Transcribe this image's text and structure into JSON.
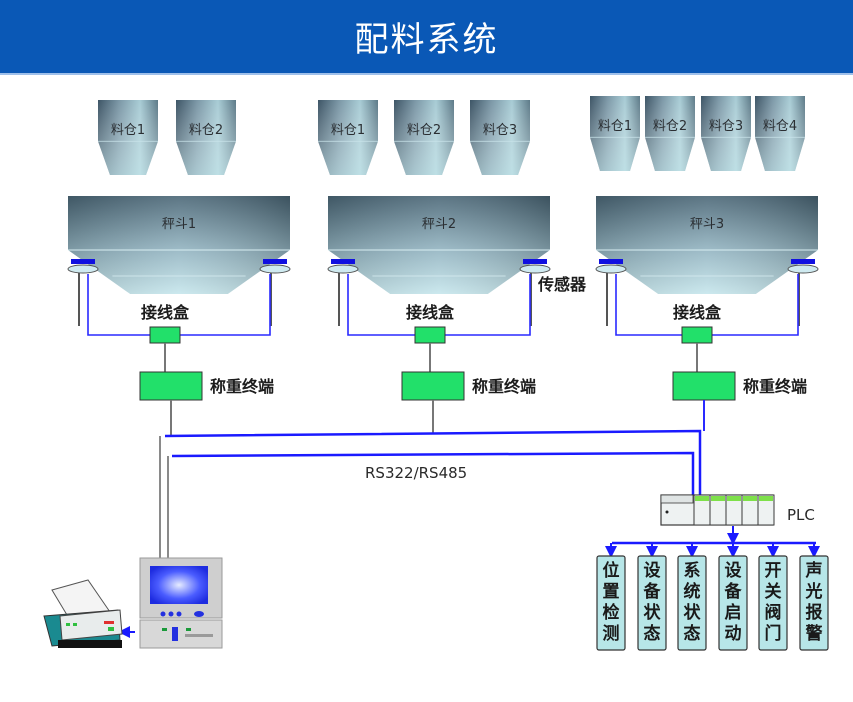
{
  "header": {
    "title": "配料系统"
  },
  "colors": {
    "header_bg": "#0a58b6",
    "bus_line": "#1a1aff",
    "terminal_green": "#22e06a",
    "output_box": "#b7e6e8"
  },
  "stations": [
    {
      "hopper_label": "秤斗1",
      "bins": [
        "料仓1",
        "料仓2"
      ],
      "junction_box_label": "接线盒",
      "terminal_label": "称重终端"
    },
    {
      "hopper_label": "秤斗2",
      "bins": [
        "料仓1",
        "料仓2",
        "料仓3"
      ],
      "junction_box_label": "接线盒",
      "terminal_label": "称重终端",
      "sensor_label": "传感器"
    },
    {
      "hopper_label": "秤斗3",
      "bins": [
        "料仓1",
        "料仓2",
        "料仓3",
        "料仓4"
      ],
      "junction_box_label": "接线盒",
      "terminal_label": "称重终端"
    }
  ],
  "bus_label": "RS322/RS485",
  "plc_label": "PLC",
  "outputs": [
    "位置检测",
    "设备状态",
    "系统状态",
    "设备启动",
    "开关阀门",
    "声光报警"
  ],
  "icons": {
    "computer": "computer-icon",
    "printer": "printer-icon"
  }
}
